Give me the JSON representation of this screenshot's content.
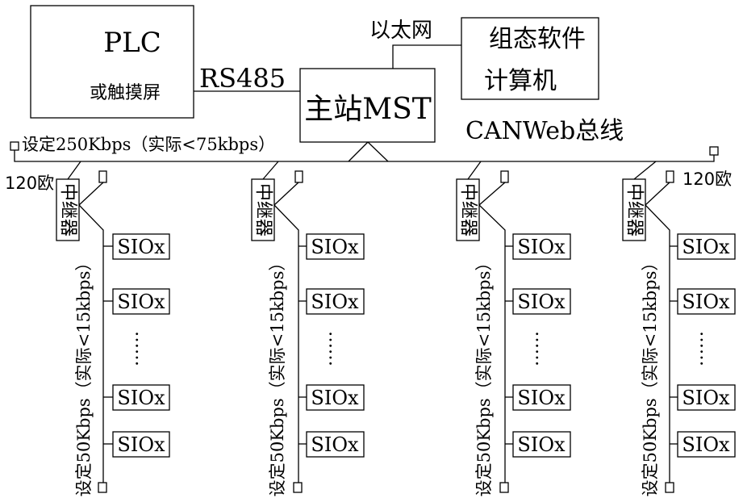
{
  "plc": {
    "line1": "PLC",
    "line2": "或触摸屏"
  },
  "rs485": "RS485",
  "ethernet": "以太网",
  "scada": {
    "line1": "组态软件",
    "line2": "计算机"
  },
  "master": "主站MST",
  "bus_name": "CANWeb总线",
  "bus_rate": "设定250Kbps（实际<75kbps）",
  "termination": "120欧",
  "repeater": "中继器",
  "slave": "SIOx",
  "branch_rate": "设定50Kbps（实际<15kbps）",
  "ellipsis": "……",
  "colors": {
    "line": "#000000",
    "background": "#ffffff"
  }
}
